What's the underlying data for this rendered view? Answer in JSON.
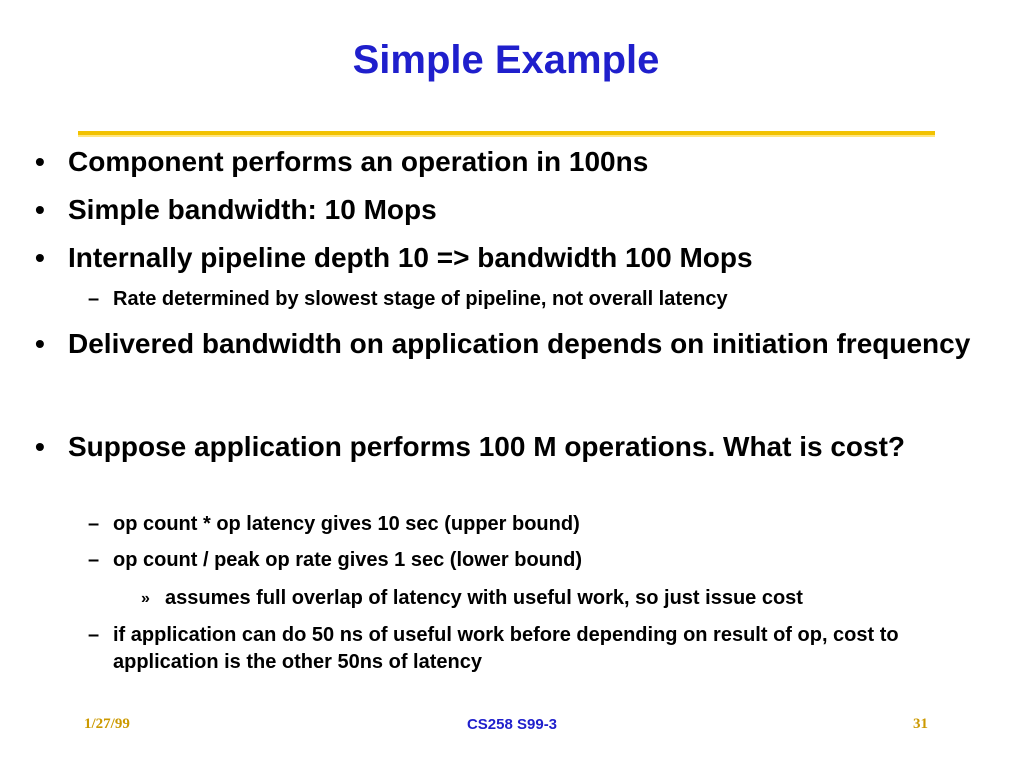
{
  "slide": {
    "title": "Simple Example",
    "bullets": [
      {
        "marker": "•",
        "text": "Component performs an operation in 100ns"
      },
      {
        "marker": "•",
        "text": "Simple bandwidth: 10 Mops"
      },
      {
        "marker": "•",
        "text": "Internally pipeline depth 10 => bandwidth 100 Mops"
      },
      {
        "marker": "–",
        "text": "Rate determined by slowest stage of pipeline, not overall latency"
      },
      {
        "marker": "•",
        "text": "Delivered bandwidth on application depends on initiation frequency"
      },
      {
        "marker": "•",
        "text": "Suppose application performs 100 M operations. What is cost?"
      },
      {
        "marker": "–",
        "text": "op count * op latency gives 10 sec (upper bound)"
      },
      {
        "marker": "–",
        "text": "op count / peak op rate gives 1 sec (lower bound)"
      },
      {
        "marker": "»",
        "text": "assumes full overlap of latency with useful work, so just issue cost"
      },
      {
        "marker": "–",
        "text": "if application can do 50 ns of useful work before depending on result of op, cost to application is the other 50ns of latency"
      }
    ],
    "footer": {
      "date": "1/27/99",
      "course": "CS258 S99-3",
      "page": "31"
    }
  },
  "colors": {
    "title": "#1f1fcc",
    "rule": "#f2c200",
    "footer_side": "#cc9900",
    "footer_center": "#1f1fcc"
  }
}
